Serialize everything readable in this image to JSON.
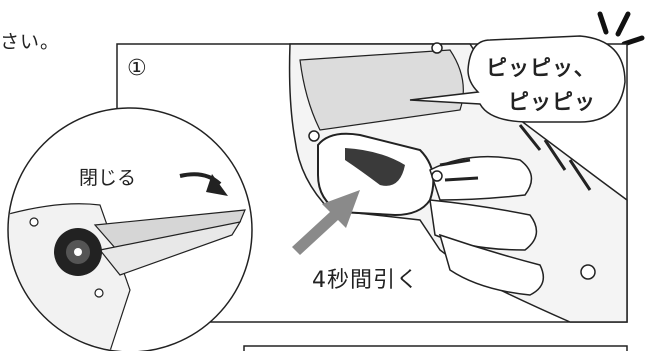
{
  "instruction_text": "さい。",
  "step_number": "①",
  "speech_bubble": {
    "line1": "ピッピッ、",
    "line2": "ピッピッ"
  },
  "close_label": "閉じる",
  "pull_label": "4秒間引く",
  "colors": {
    "line": "#222222",
    "arrow_gray": "#8a8a8a",
    "shade": "#d9d9d9",
    "dark": "#333333"
  }
}
